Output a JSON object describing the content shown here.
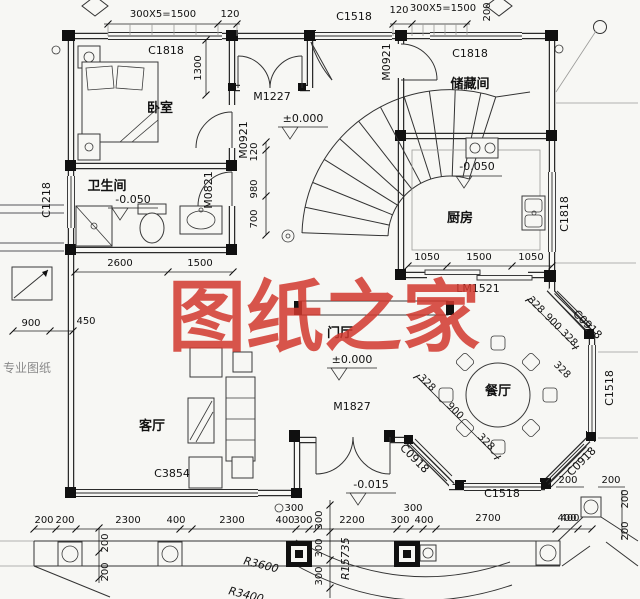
{
  "watermark": {
    "main": "图纸之家",
    "side": "专业图纸",
    "color": "#d2382e"
  },
  "rooms": {
    "bedroom": "卧室",
    "bathroom": "卫生间",
    "storage": "储藏间",
    "kitchen": "厨房",
    "living": "客厅",
    "dining": "餐厅",
    "foyer": "门厅"
  },
  "elevations": {
    "entry": "±0.000",
    "foyer": "±0.000",
    "bathroom": "-0.050",
    "kitchen": "-0.050",
    "terrace": "-0.015"
  },
  "openings": {
    "m1227": "M1227",
    "m0921": "M0921",
    "m0821": "M0821",
    "m1827": "M1827",
    "lm1521": "LM1521",
    "c1818": "C1818",
    "c1518": "C1518",
    "c1218": "C1218",
    "c0918": "C0918",
    "c3854": "C3854"
  },
  "dims": {
    "top_left": [
      "300X5=1500",
      "120"
    ],
    "top_right": [
      "120",
      "300X5=1500"
    ],
    "bedroom_depth": "1300",
    "hall": [
      "120",
      "980",
      "700"
    ],
    "bath_width": [
      "2600",
      "1500"
    ],
    "kitchen_width": [
      "1050",
      "1500",
      "1050"
    ],
    "porch_left": [
      "900",
      "450"
    ],
    "bay_tr": [
      "328",
      "900",
      "328"
    ],
    "bay_bl": [
      "328",
      "900",
      "328"
    ],
    "bay_extra": "328",
    "corner_br": [
      "200",
      "200",
      "400"
    ],
    "right_edge": [
      "200",
      "200"
    ],
    "bottom_row": [
      "200",
      "200",
      "2300",
      "400",
      "2300",
      "400",
      "300",
      "2200",
      "300",
      "400",
      "2700",
      "400"
    ],
    "bottom_stack": [
      "300",
      "300"
    ],
    "left_col": [
      "200",
      "200"
    ],
    "mid_col": [
      "300",
      "300",
      "300"
    ],
    "radii": [
      "R3600",
      "R3400",
      "R15735"
    ],
    "axis_top": "200"
  }
}
